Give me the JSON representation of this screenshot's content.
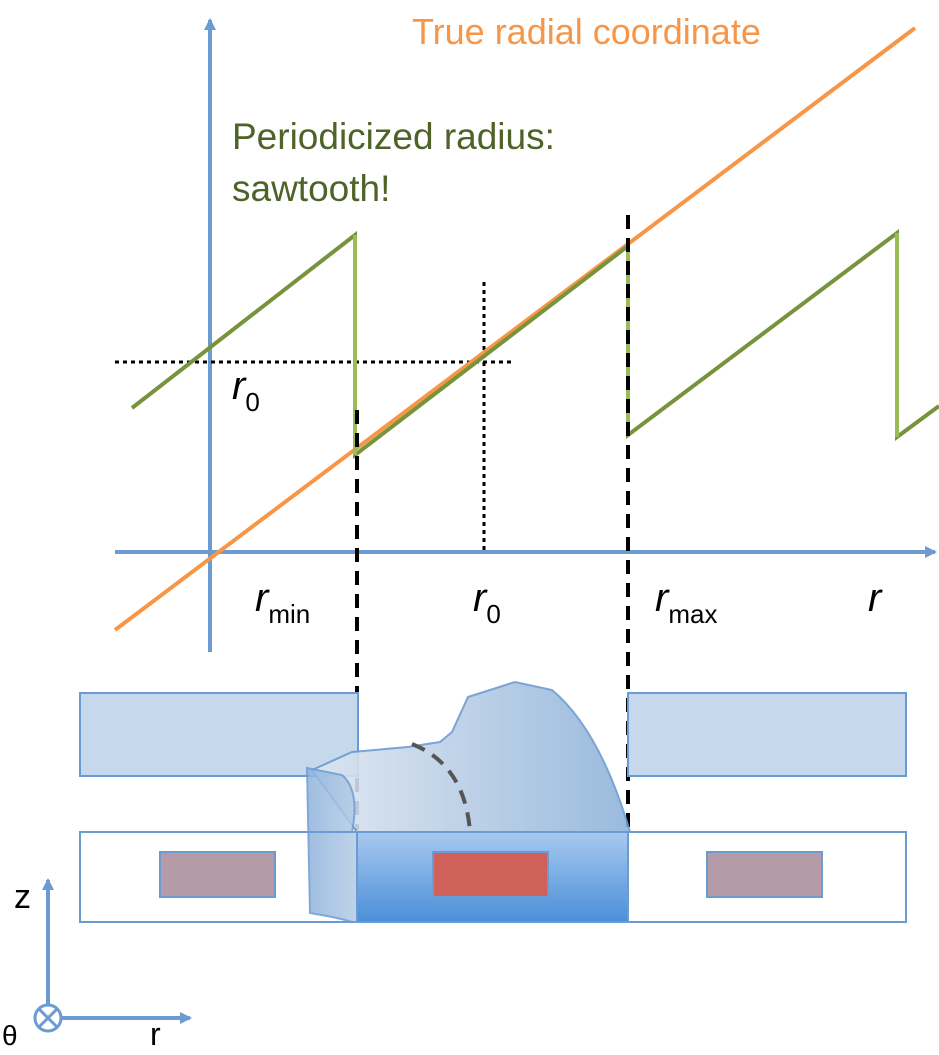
{
  "labels": {
    "true_radial": "True radial coordinate",
    "periodicized_line1": "Periodicized radius:",
    "periodicized_line2": "sawtooth!",
    "r0_left": {
      "main": "r",
      "sub": "0"
    },
    "r_min": {
      "main": "r",
      "sub": "min"
    },
    "r0_axis": {
      "main": "r",
      "sub": "0"
    },
    "r_max": {
      "main": "r",
      "sub": "max"
    },
    "r_axis": "r",
    "z_axis": "z",
    "r_small": "r",
    "theta": "θ"
  },
  "colors": {
    "axis": "#6b9bd1",
    "orange": "#f79646",
    "green": "#77933c",
    "green_text": "#4f6228",
    "block": "#b8cfe8",
    "block_center": "#5b9bd5",
    "magnet": "#c0504d",
    "magnet_faded": "#b59aa8"
  }
}
